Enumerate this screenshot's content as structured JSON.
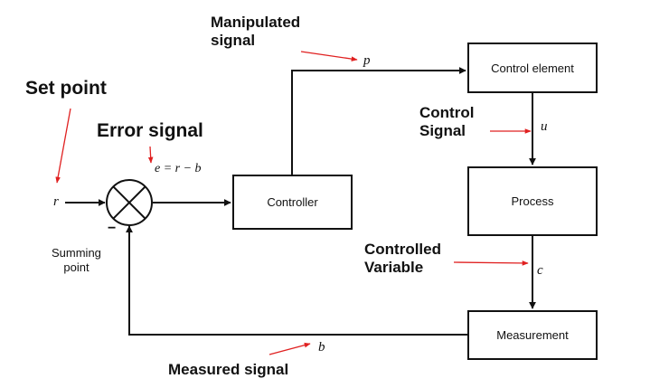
{
  "blocks": {
    "control_element": "Control element",
    "controller": "Controller",
    "process": "Process",
    "measurement": "Measurement"
  },
  "variables": {
    "r": "r",
    "p": "p",
    "u": "u",
    "c": "c",
    "b": "b",
    "error_equation": "e = r − b",
    "minus": "−"
  },
  "annotations": {
    "set_point": "Set point",
    "manipulated_line1": "Manipulated",
    "manipulated_line2": "signal",
    "error_signal": "Error signal",
    "control_line1": "Control",
    "control_line2": "Signal",
    "controlled_line1": "Controlled",
    "controlled_line2": "Variable",
    "measured_signal": "Measured signal"
  },
  "summing_point": {
    "line1": "Summing",
    "line2": "point"
  },
  "colors": {
    "line": "#111111",
    "annotation_arrow": "#e02020"
  }
}
